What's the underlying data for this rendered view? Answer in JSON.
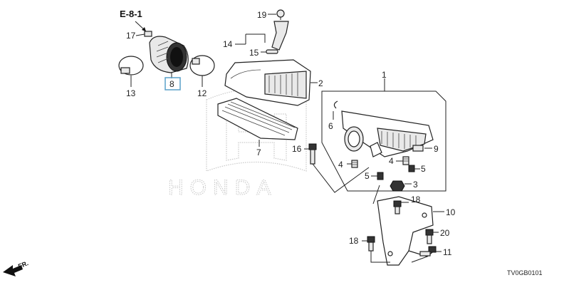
{
  "reference": "E-8-1",
  "direction_label": "FR.",
  "watermark_text": "HONDA",
  "diagram_code": "TV0GB0101",
  "highlight_color": "#5aa0c8",
  "callouts": {
    "c1": "1",
    "c2": "2",
    "c3": "3",
    "c4": "4",
    "c4b": "4",
    "c5": "5",
    "c5b": "5",
    "c6": "6",
    "c7": "7",
    "c8": "8",
    "c9": "9",
    "c10": "10",
    "c11": "11",
    "c12": "12",
    "c13": "13",
    "c14": "14",
    "c15": "15",
    "c16": "16",
    "c17": "17",
    "c18": "18",
    "c18b": "18",
    "c19": "19",
    "c20": "20"
  }
}
